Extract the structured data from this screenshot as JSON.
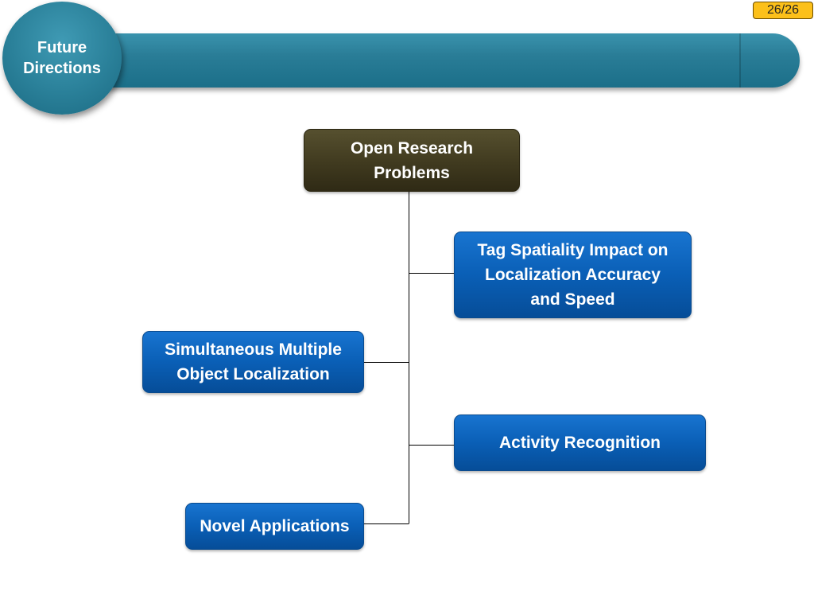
{
  "page_number": "26/26",
  "header": {
    "title": "Future\nDirections"
  },
  "diagram": {
    "root": "Open Research\nProblems",
    "children": [
      "Tag Spatiality Impact on\nLocalization Accuracy\nand Speed",
      "Simultaneous Multiple\nObject Localization",
      "Activity Recognition",
      "Novel Applications"
    ]
  },
  "colors": {
    "header": "#2a8099",
    "root_box": "#403a1f",
    "child_box": "#0a5fb6",
    "page_badge": "#fcc01a"
  }
}
